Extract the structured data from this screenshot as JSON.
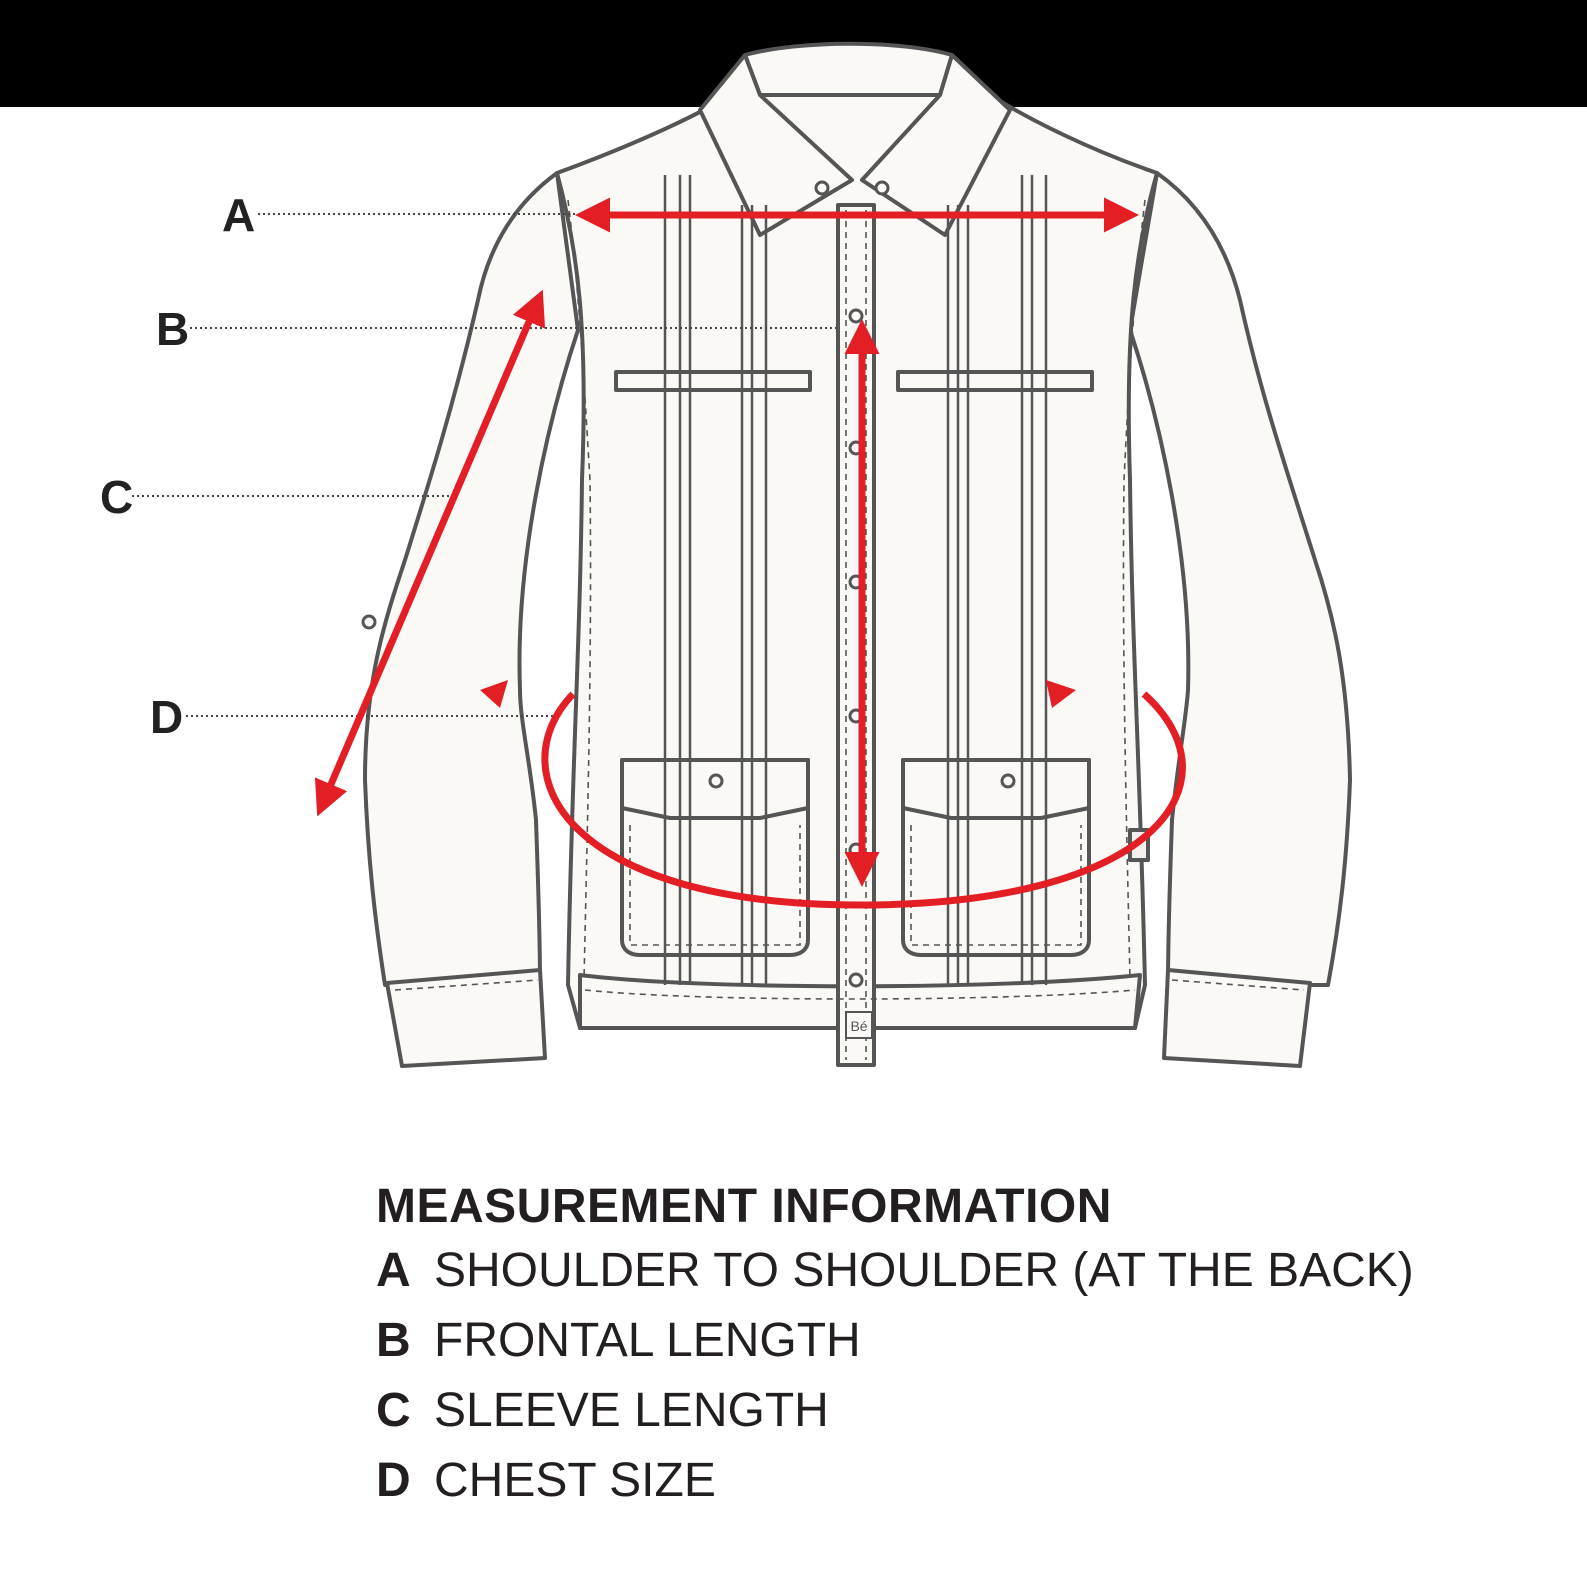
{
  "colors": {
    "header_bar": "#000000",
    "outline": "#555555",
    "garment_fill": "#fbf9f6",
    "measure_red": "#e31e24",
    "text": "#231f20"
  },
  "labels": {
    "a": "A",
    "b": "B",
    "c": "C",
    "d": "D"
  },
  "info": {
    "title": "MEASUREMENT INFORMATION",
    "rows": [
      {
        "letter": "A",
        "text": "SHOULDER TO SHOULDER (AT THE BACK)"
      },
      {
        "letter": "B",
        "text": "FRONTAL LENGTH"
      },
      {
        "letter": "C",
        "text": "SLEEVE LENGTH"
      },
      {
        "letter": "D",
        "text": "CHEST SIZE"
      }
    ]
  },
  "garment": {
    "logo_text": "Bé"
  }
}
